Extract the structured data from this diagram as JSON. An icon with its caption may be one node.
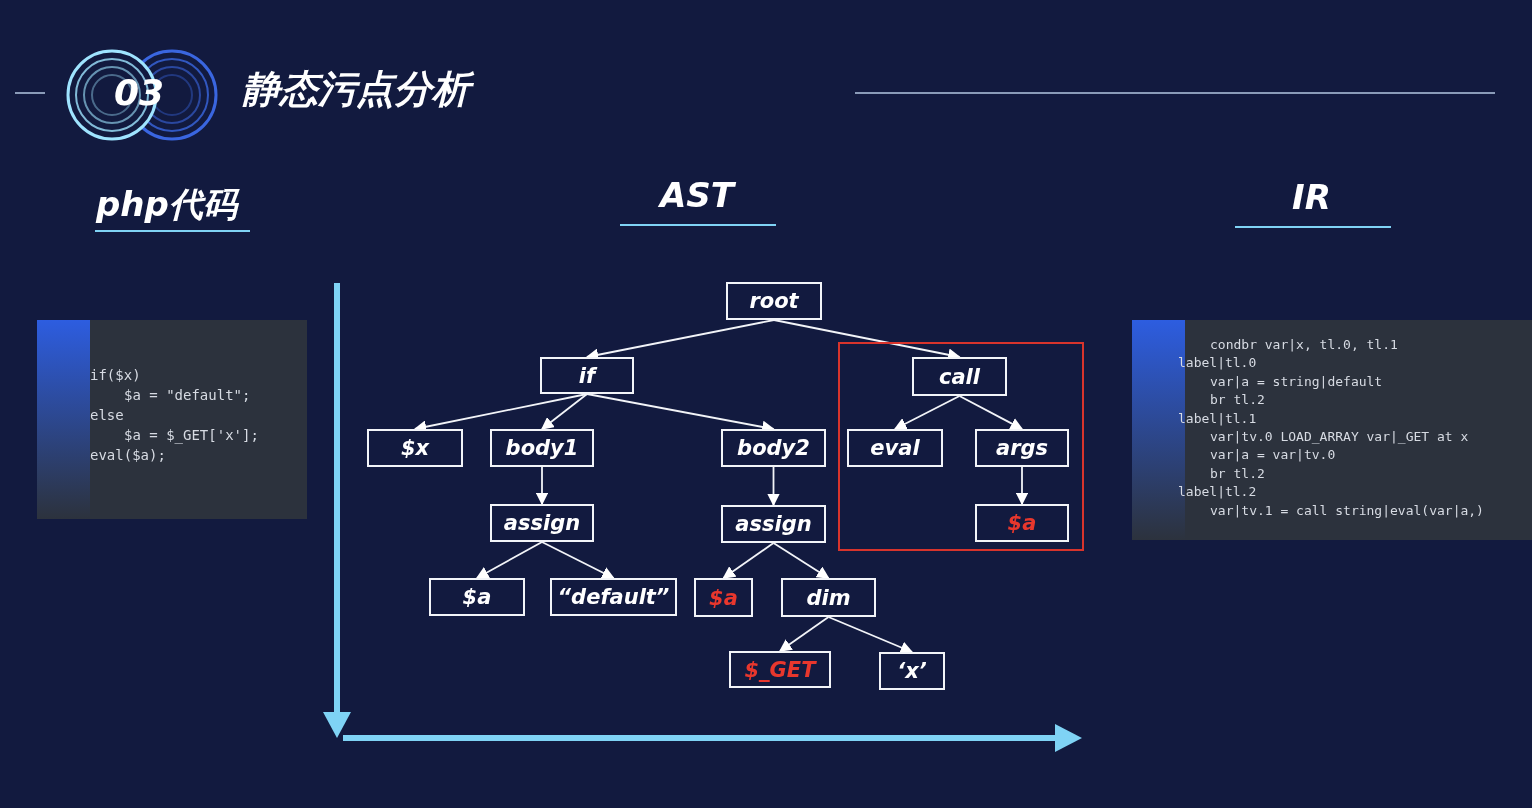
{
  "diagram": {
    "title": "静态污点分析",
    "nodes": [
      {
        "text": [
          "root"
        ]
      },
      {
        "text": [
          "if"
        ]
      },
      {
        "text": [],
        "shape": "box"
      },
      {
        "text": [
          "call"
        ],
        "in": 2
      },
      {
        "text": [
          "$x"
        ]
      },
      {
        "text": [
          "body1"
        ]
      },
      {
        "text": [
          "body2"
        ]
      },
      {
        "text": [
          "eval"
        ],
        "in": 2
      },
      {
        "text": [
          "args"
        ],
        "in": 2
      },
      {
        "text": [
          "assign"
        ]
      },
      {
        "text": [
          "assign"
        ]
      },
      {
        "text": [
          "$a"
        ],
        "in": 2
      },
      {
        "text": [
          "$a"
        ]
      },
      {
        "text": [
          "“default”"
        ]
      },
      {
        "text": [
          "$a"
        ]
      },
      {
        "text": [
          "dim"
        ]
      },
      {
        "text": [
          "$_GET"
        ]
      },
      {
        "text": [
          "‘x’"
        ]
      }
    ],
    "edges": [
      {
        "from": 0,
        "to": 1,
        "arrow": "to"
      },
      {
        "from": 0,
        "to": 3,
        "arrow": "to"
      },
      {
        "from": 1,
        "to": 4,
        "arrow": "to"
      },
      {
        "from": 1,
        "to": 5,
        "arrow": "to"
      },
      {
        "from": 1,
        "to": 6,
        "arrow": "to"
      },
      {
        "from": 3,
        "to": 7,
        "arrow": "to"
      },
      {
        "from": 3,
        "to": 8,
        "arrow": "to"
      },
      {
        "from": 5,
        "to": 9,
        "arrow": "to"
      },
      {
        "from": 6,
        "to": 10,
        "arrow": "to"
      },
      {
        "from": 8,
        "to": 11,
        "arrow": "to"
      },
      {
        "from": 9,
        "to": 12,
        "arrow": "to"
      },
      {
        "from": 9,
        "to": 13,
        "arrow": "to"
      },
      {
        "from": 10,
        "to": 14,
        "arrow": "to"
      },
      {
        "from": 10,
        "to": 15,
        "arrow": "to"
      },
      {
        "from": 15,
        "to": 16,
        "arrow": "to"
      },
      {
        "from": 15,
        "to": 17,
        "arrow": "to"
      }
    ],
    "labels": [
      "03",
      "php代码",
      "AST",
      "IR",
      "if($x)",
      "$a = \"default\";",
      "else",
      "$a = $_GET['x'];",
      "eval($a);",
      "condbr var|x, tl.0, tl.1",
      "label|tl.0",
      "var|a = string|default",
      "br tl.2",
      "label|tl.1",
      "var|tv.0 LOAD_ARRAY var|_GET at x",
      "var|a = var|tv.0",
      "br tl.2",
      "label|tl.2",
      "var|tv.1 = call string|eval(var|a,)"
    ]
  }
}
